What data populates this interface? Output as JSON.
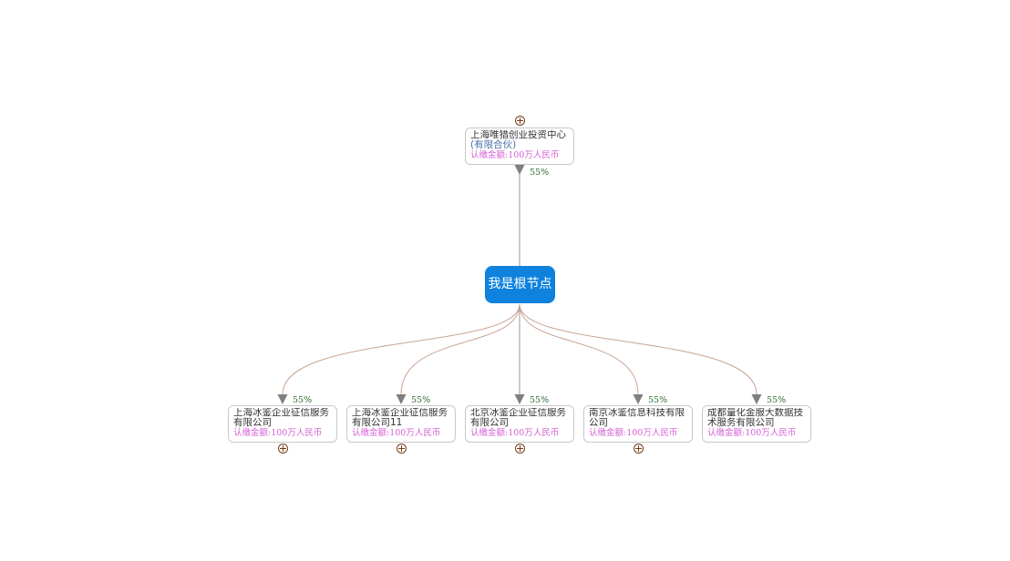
{
  "root": {
    "label": "我是根节点"
  },
  "parent": {
    "name": "上海唯猎创业投资中心",
    "name_sub": "(有限合伙)",
    "amount": "认缴金额:100万人民币",
    "percent": "55%"
  },
  "children": [
    {
      "name": "上海冰鉴企业征信服务有限公司",
      "amount": "认缴金额:100万人民币",
      "percent": "55%"
    },
    {
      "name": "上海冰鉴企业征信服务有限公司11",
      "amount": "认缴金额:100万人民币",
      "percent": "55%"
    },
    {
      "name": "北京冰鉴企业征信服务有限公司",
      "amount": "认缴金额:100万人民币",
      "percent": "55%"
    },
    {
      "name": "南京冰鉴信息科技有限公司",
      "amount": "认缴金额:100万人民币",
      "percent": "55%"
    },
    {
      "name": "成都量化金服大数据技术服务有限公司",
      "amount": "认缴金额:100万人民币",
      "percent": "55%"
    }
  ],
  "colors": {
    "root_fill": "#0e82dd",
    "edge_parent": "#9a9a9a",
    "edge_child": "#c9a595",
    "arrow": "#7f7f7f",
    "amount_text": "#d55fd5",
    "percent_text": "#2c6a2c",
    "expand_icon": "#7a3b1a"
  }
}
